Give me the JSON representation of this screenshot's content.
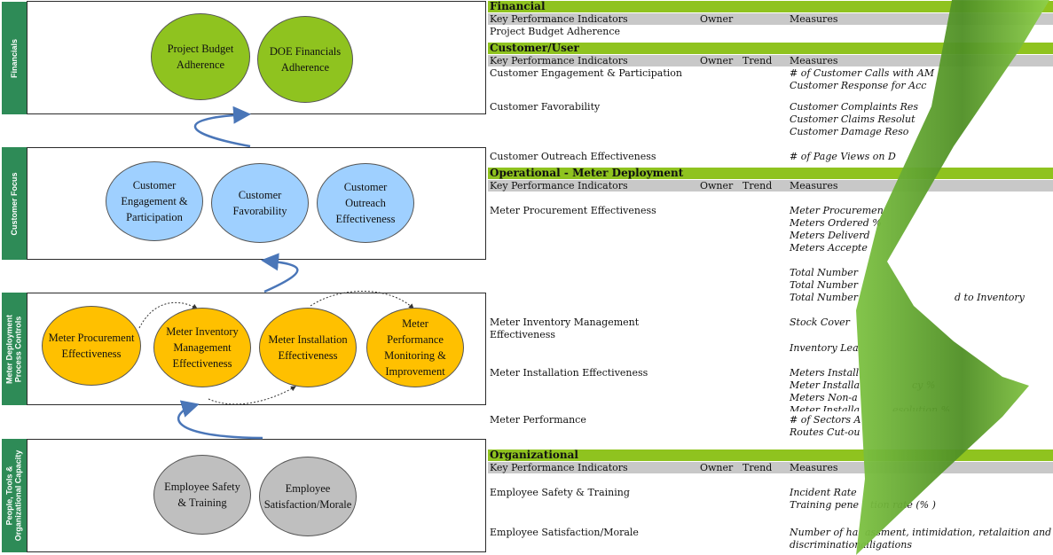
{
  "diagram": {
    "lanes": [
      {
        "label": "Financials",
        "items": [
          "Project Budget Adherence",
          "DOE Financials Adherence"
        ]
      },
      {
        "label": "Customer Focus",
        "items": [
          "Customer Engagement & Participation",
          "Customer Favorability",
          "Customer Outreach Effectiveness"
        ]
      },
      {
        "label": "Meter Deployment Process Controls",
        "items": [
          "Meter Procurement Effectiveness",
          "Meter Inventory Management Effectiveness",
          "Meter Installation Effectiveness",
          "Meter Performance Monitoring & Improvement"
        ]
      },
      {
        "label": "People, Tools & Organizational Capacity",
        "items": [
          "Employee Safety & Training",
          "Employee Satisfaction/Morale"
        ]
      }
    ],
    "colors": {
      "financial": "#8fc31f",
      "customer": "#9fd0ff",
      "meter": "#ffc000",
      "people": "#bfbfbf",
      "lane_tab": "#2e8b57",
      "arrow": "#4a76b8"
    }
  },
  "kpi": {
    "headers": {
      "kpi": "Key Performance Indicators",
      "owner": "Owner",
      "trend": "Trend",
      "measures": "Measures"
    },
    "sections": [
      {
        "title": "Financial",
        "show_trend": false,
        "rows": [
          {
            "kpi": "Project Budget Adherence",
            "measures": []
          }
        ]
      },
      {
        "title": "Customer/User",
        "show_trend": true,
        "rows": [
          {
            "kpi": "Customer Engagement & Participation",
            "measures": [
              "# of Customer Calls with AM",
              "Customer Response for Acc"
            ]
          },
          {
            "kpi": "Customer Favorability",
            "measures": [
              "Customer Complaints Res",
              "Customer Claims Resolut",
              "Customer Damage Reso"
            ]
          },
          {
            "kpi": "Customer Outreach Effectiveness",
            "measures": [
              "# of Page Views on D"
            ]
          }
        ]
      },
      {
        "title": "Operational - Meter Deployment",
        "show_trend": true,
        "rows": [
          {
            "kpi": "Meter Procurement Effectiveness",
            "measures": [
              "Meter Procuremen",
              "Meters Ordered %",
              "Meters Deliverd",
              "Meters Accepte",
              "Total Number",
              "Total Number",
              "Total Number",
              "d to Inventory"
            ]
          },
          {
            "kpi": "Meter Inventory Management",
            "kpi2": "Effectiveness",
            "measures": [
              "Stock Cover",
              "Inventory Lea"
            ]
          },
          {
            "kpi": "Meter Installation Effectiveness",
            "measures": [
              "Meters Install",
              "Meter Installa",
              "cy %",
              "Meters Non-a",
              "Meter Installa",
              "esolution %"
            ]
          },
          {
            "kpi": "Meter Performance",
            "measures": [
              "# of Sectors A",
              "Routes Cut-ou"
            ]
          }
        ]
      },
      {
        "title": "Organizational",
        "show_trend": true,
        "rows": [
          {
            "kpi": "Employee Safety & Training",
            "measures": [
              "Incident Rate",
              "Training pene",
              "tion rate (% )"
            ]
          },
          {
            "kpi": "Employee Satisfaction/Morale",
            "measures": [
              "Number of ha",
              "assment, intimidation, retalaition and",
              "discrimination",
              "alligations"
            ]
          }
        ]
      }
    ]
  }
}
